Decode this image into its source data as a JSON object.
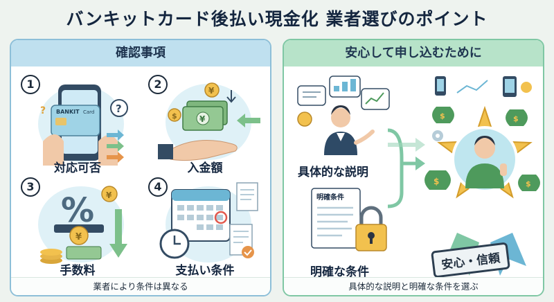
{
  "title": "バンキットカード後払い現金化 業者選びのポイント",
  "left": {
    "header": "確認事項",
    "footer": "業者により条件は異なる",
    "items": [
      {
        "num": "1",
        "label": "対応可否",
        "card_text": "BANKIT",
        "card_sub": "Card"
      },
      {
        "num": "2",
        "label": "入金額"
      },
      {
        "num": "3",
        "label": "手数料"
      },
      {
        "num": "4",
        "label": "支払い条件"
      }
    ]
  },
  "right": {
    "header": "安心して申し込むために",
    "footer": "具体的な説明と明確な条件を選ぶ",
    "explanation_label": "具体的な説明",
    "conditions_label": "明確な条件",
    "doc_title": "明確条件",
    "badge": "安心・信頼"
  },
  "colors": {
    "left_accent": "#bfe0ef",
    "right_accent": "#b7e3c9",
    "gold": "#f2c14e",
    "money_green": "#4e9a5c"
  }
}
